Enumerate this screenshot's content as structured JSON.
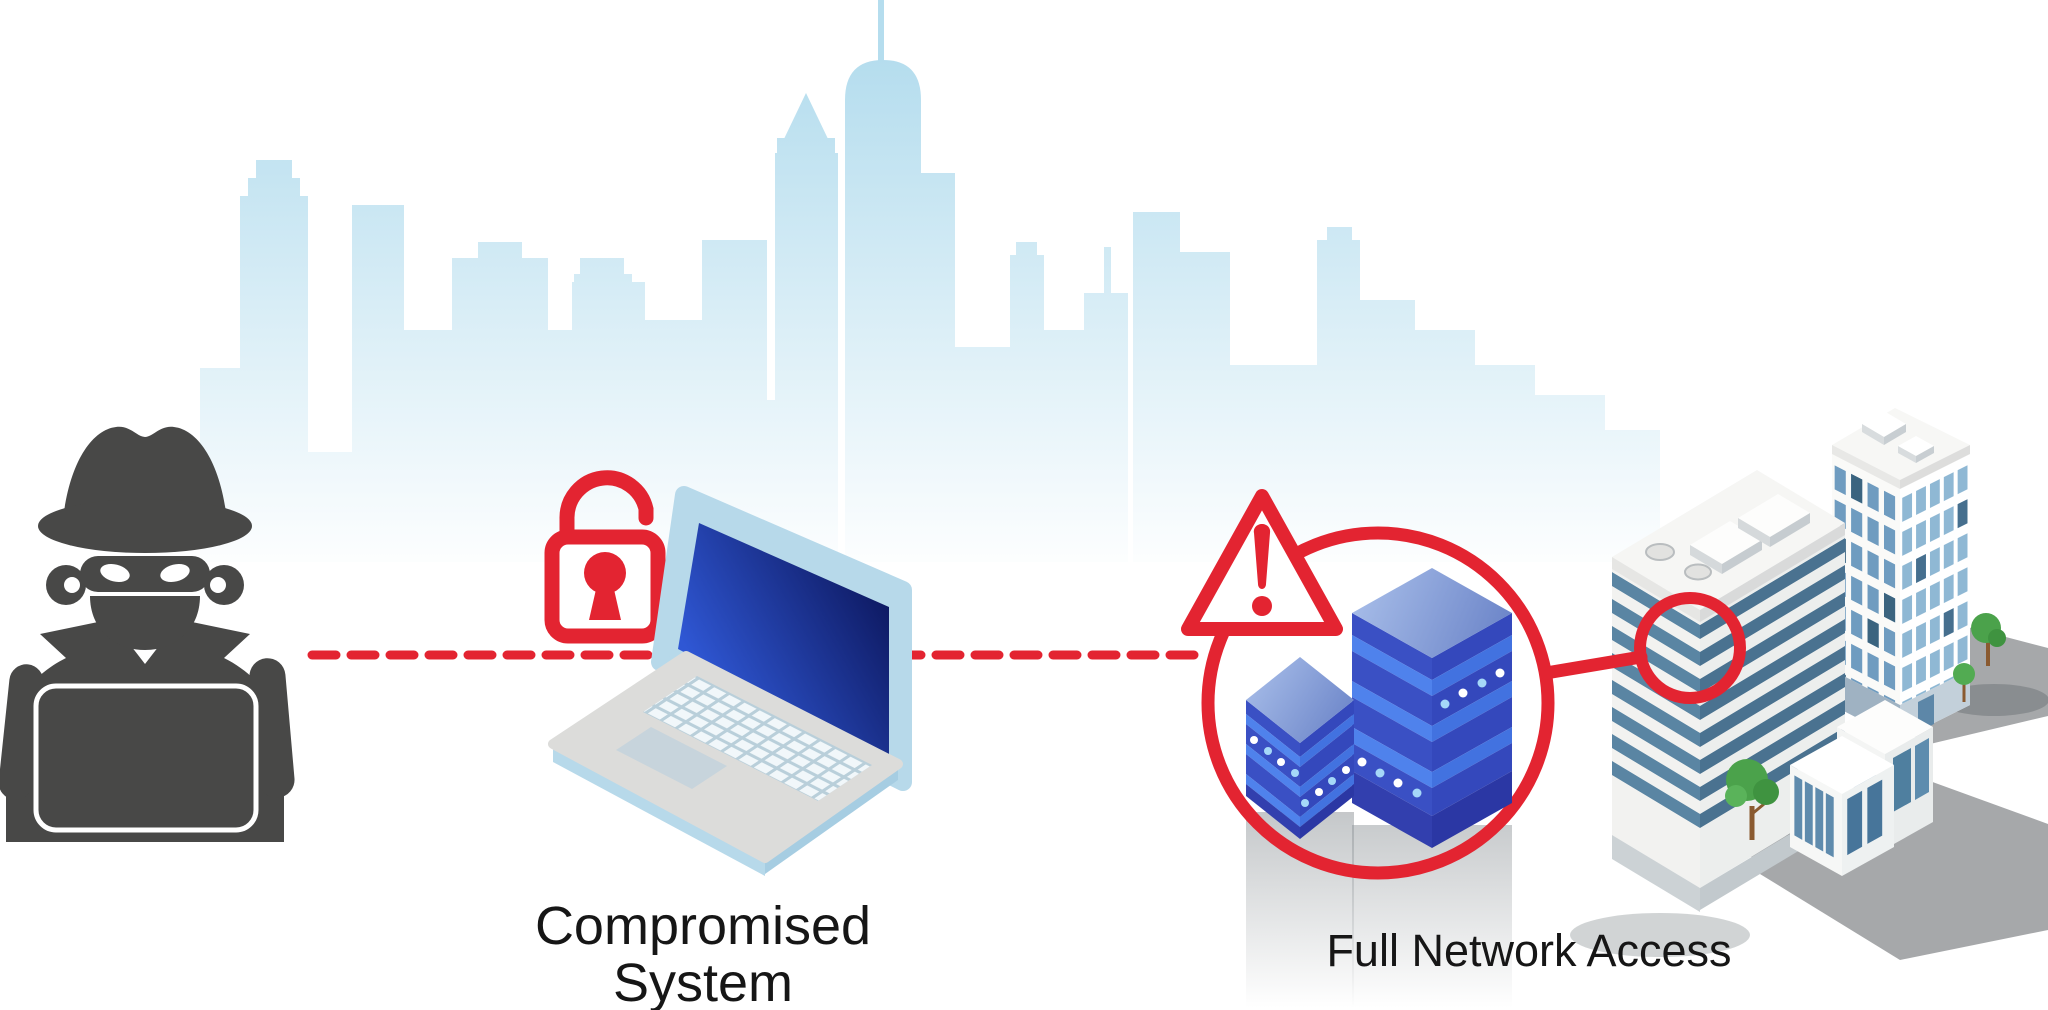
{
  "labels": {
    "compromised_system_line1": "Compromised",
    "compromised_system_line2": "System",
    "full_network_access": "Full Network Access"
  },
  "colors": {
    "alert_red": "#e32431",
    "text": "#161616",
    "hacker_silhouette": "#484847",
    "skyline_blue": "#b5ddee",
    "laptop_screen_dark": "#0a1254",
    "laptop_screen_light": "#2f57d4",
    "laptop_frame": "#b7d9ea",
    "server_band_dark": "#3a50c4",
    "server_band_light": "#4f82ec",
    "building_stripe": "#5a85a3",
    "tower_window": "#6f9cc0",
    "tree_green": "#4ba24b",
    "ground_gray": "#96999b"
  },
  "icons": {
    "hacker-icon": "spy silhouette with fedora, mask and laptop",
    "attack-path-line": "red dashed horizontal line",
    "unlocked-padlock-icon": "open red padlock",
    "compromised-laptop-icon": "isometric laptop with dark blue screen",
    "warning-triangle-icon": "red triangle with exclamation mark",
    "server-stack-icon": "two isometric blue server cubes with LEDs",
    "network-highlight-circle": "large red callout circle",
    "building-zoom-circle": "small red circle on office building",
    "city-skyline": "pale blue city silhouette backdrop",
    "office-buildings": "isometric striped building, window tower, small office, trees"
  }
}
